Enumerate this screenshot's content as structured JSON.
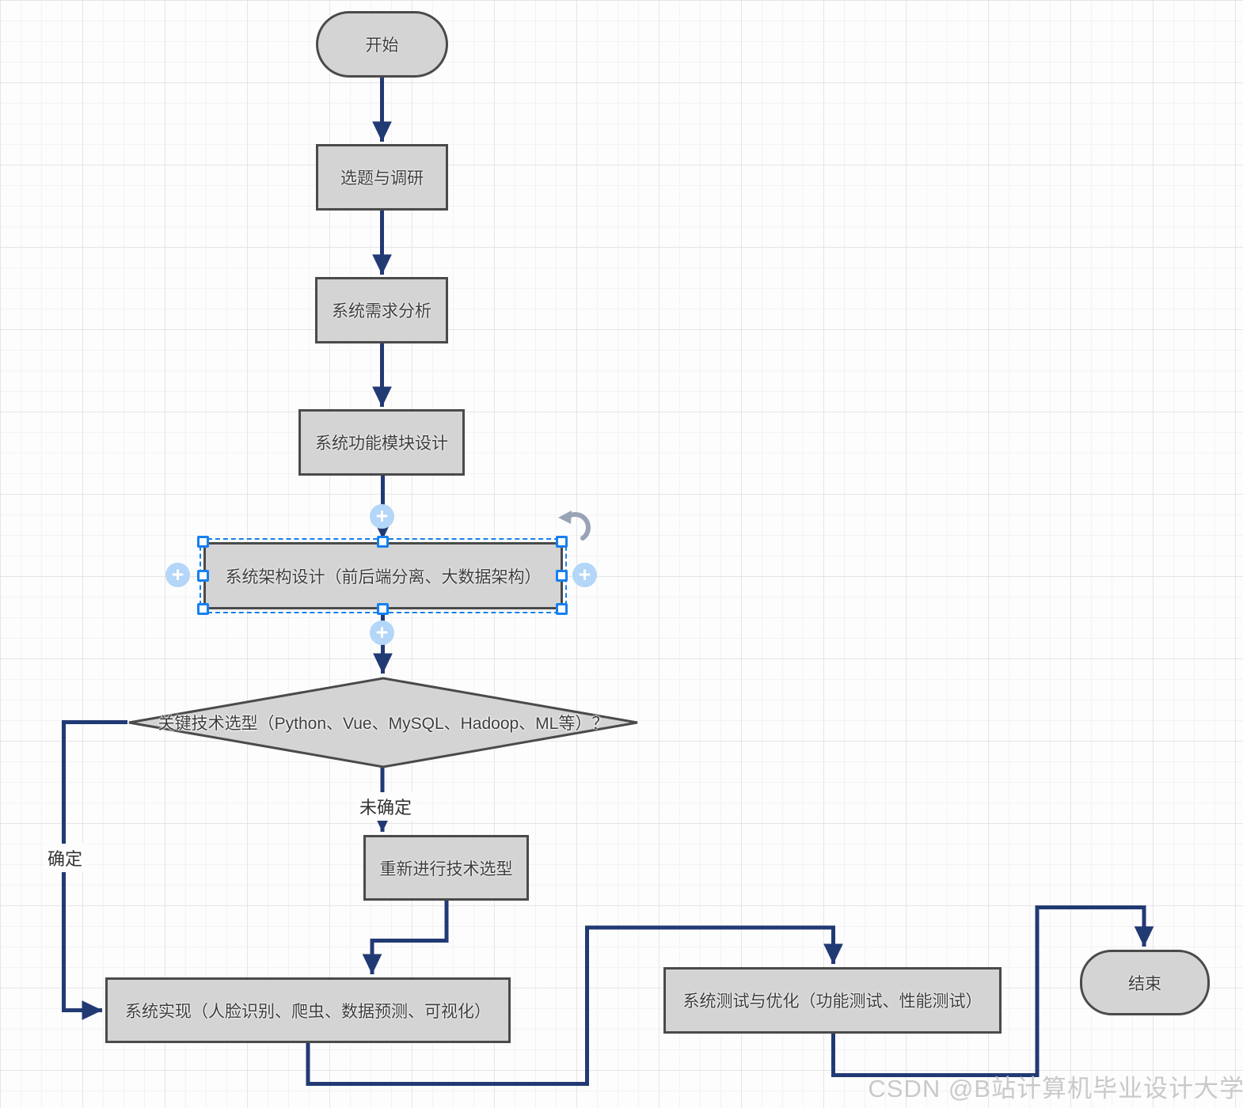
{
  "nodes": [
    {
      "id": "start",
      "type": "terminator",
      "label": "开始",
      "selected": false
    },
    {
      "id": "topic-research",
      "type": "process",
      "label": "选题与调研",
      "selected": false
    },
    {
      "id": "requirement-analysis",
      "type": "process",
      "label": "系统需求分析",
      "selected": false
    },
    {
      "id": "module-design",
      "type": "process",
      "label": "系统功能模块设计",
      "selected": false
    },
    {
      "id": "architecture-design",
      "type": "process",
      "label": "系统架构设计（前后端分离、大数据架构）",
      "selected": true
    },
    {
      "id": "tech-selection-decision",
      "type": "decision",
      "label": "关键技术选型（Python、Vue、MySQL、Hadoop、ML等）？",
      "selected": false
    },
    {
      "id": "reselect-tech",
      "type": "process",
      "label": "重新进行技术选型",
      "selected": false
    },
    {
      "id": "implementation",
      "type": "process",
      "label": "系统实现（人脸识别、爬虫、数据预测、可视化）",
      "selected": false
    },
    {
      "id": "testing-optimization",
      "type": "process",
      "label": "系统测试与优化（功能测试、性能测试）",
      "selected": false
    },
    {
      "id": "end",
      "type": "terminator",
      "label": "结束",
      "selected": false
    }
  ],
  "edge_labels": {
    "confirmed": "确定",
    "not_confirmed": "未确定"
  },
  "selection": {
    "plus_symbol": "+"
  },
  "watermark": "CSDN @B站计算机毕业设计大学",
  "colors": {
    "node_fill": "#d4d4d4",
    "node_border": "#4a4a4a",
    "connector": "#223a74",
    "selection_blue": "#1680f0",
    "plus_handle_fill": "#b4d6f8",
    "node_text": "#3d3d3d",
    "watermark_grey": "#c9c9c9"
  }
}
